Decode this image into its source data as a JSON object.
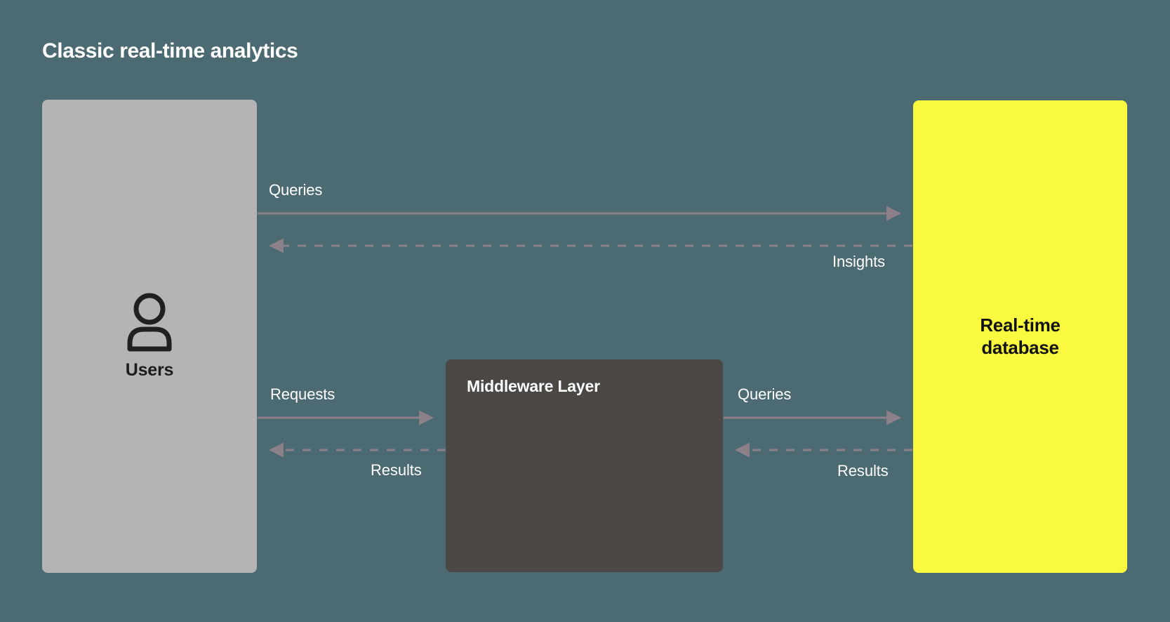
{
  "diagram": {
    "title": "Classic real-time analytics",
    "background_color": "#4c6a72",
    "nodes": {
      "users": {
        "label": "Users",
        "icon": "user-icon",
        "fill_color": "#b4b4b4",
        "text_color": "#1c1c1c"
      },
      "middleware": {
        "label": "Middleware Layer",
        "fill_color": "#4a4744",
        "text_color": "#ffffff"
      },
      "database": {
        "label_line1": "Real-time",
        "label_line2": "database",
        "fill_color": "#f9fa3f",
        "text_color": "#121212"
      }
    },
    "edges": [
      {
        "id": "users-to-database-queries",
        "label": "Queries",
        "from": "users",
        "to": "database",
        "direction": "right",
        "style": "solid",
        "color": "#8c8089"
      },
      {
        "id": "database-to-users-insights",
        "label": "Insights",
        "from": "database",
        "to": "users",
        "direction": "left",
        "style": "dashed",
        "color": "#8c8089"
      },
      {
        "id": "users-to-middleware-requests",
        "label": "Requests",
        "from": "users",
        "to": "middleware",
        "direction": "right",
        "style": "solid",
        "color": "#8c8089"
      },
      {
        "id": "middleware-to-users-results",
        "label": "Results",
        "from": "middleware",
        "to": "users",
        "direction": "left",
        "style": "dashed",
        "color": "#8c8089"
      },
      {
        "id": "middleware-to-database-queries",
        "label": "Queries",
        "from": "middleware",
        "to": "database",
        "direction": "right",
        "style": "solid",
        "color": "#8c8089"
      },
      {
        "id": "database-to-middleware-results",
        "label": "Results",
        "from": "database",
        "to": "middleware",
        "direction": "left",
        "style": "dashed",
        "color": "#8c8089"
      }
    ]
  }
}
